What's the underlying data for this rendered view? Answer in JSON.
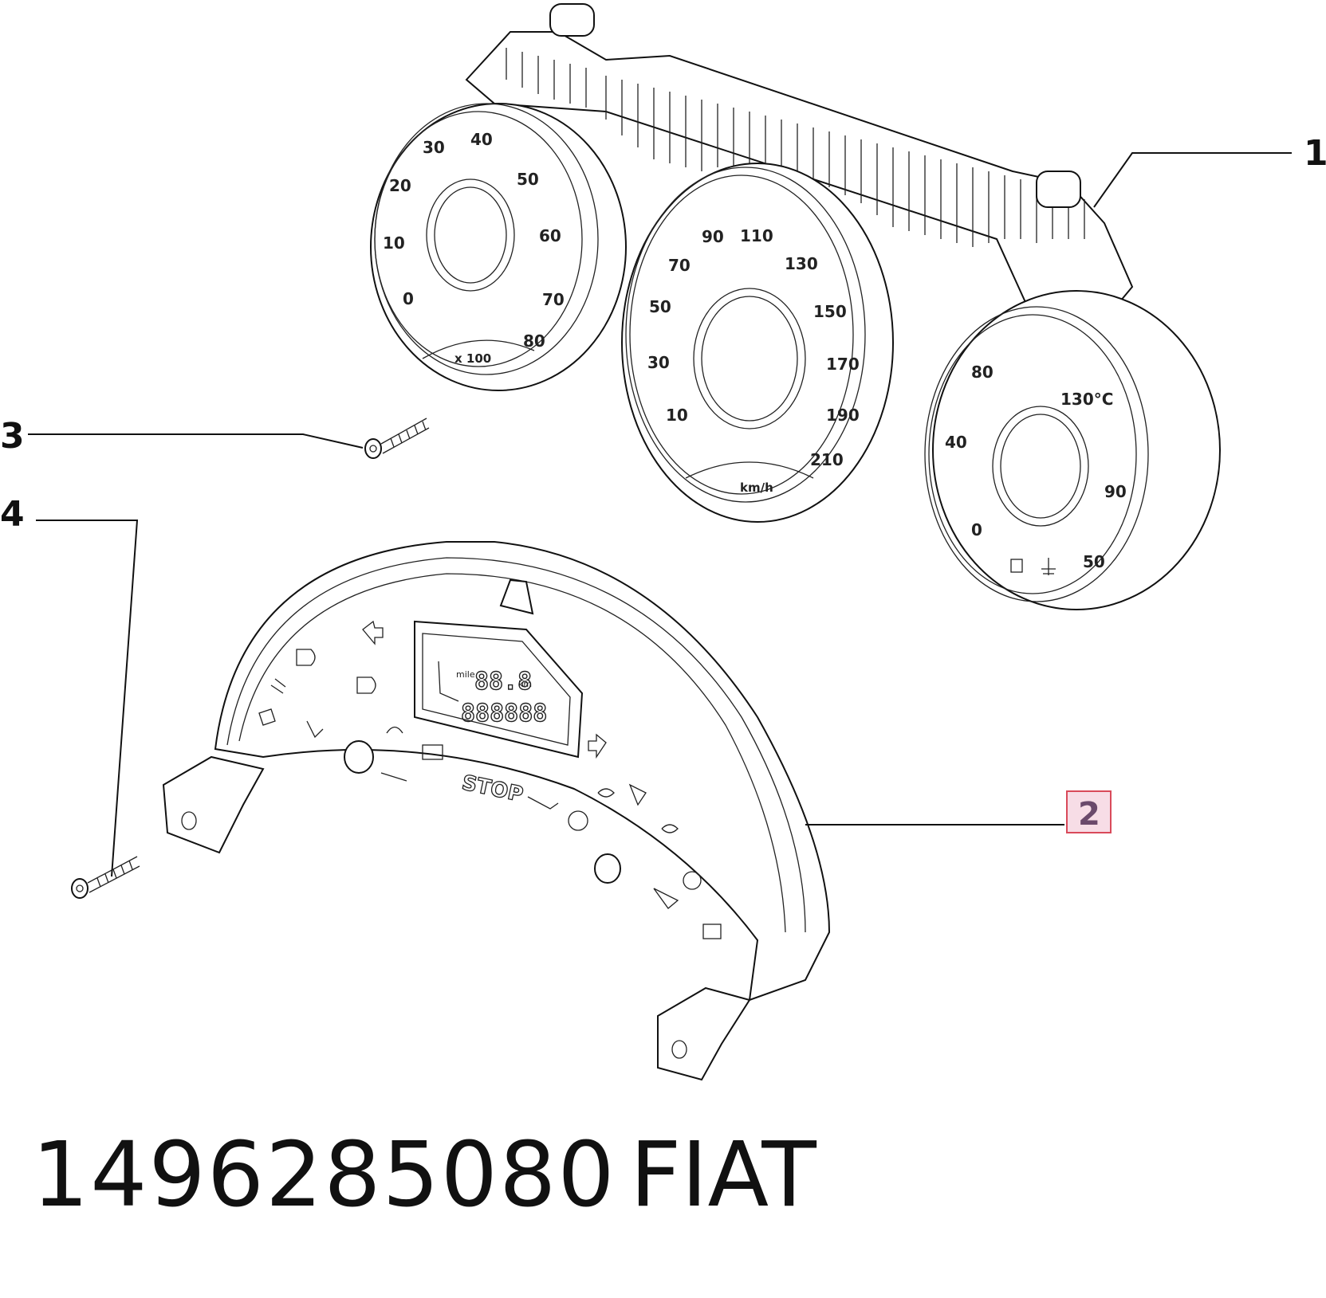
{
  "callouts": {
    "c1": "1",
    "c2": "2",
    "c3": "3",
    "c4": "4"
  },
  "tachometer": {
    "ticks": [
      "0",
      "10",
      "20",
      "30",
      "40",
      "50",
      "60",
      "70",
      "80"
    ],
    "unit": "x 100"
  },
  "speedometer": {
    "ticks": [
      "10",
      "30",
      "50",
      "70",
      "90",
      "110",
      "130",
      "150",
      "170",
      "190",
      "210"
    ],
    "unit": "km/h"
  },
  "temp_fuel_gauge": {
    "temp_ticks": [
      "80",
      "130°C",
      "90"
    ],
    "fuel_ticks": [
      "40",
      "0",
      "50"
    ]
  },
  "warning_panel": {
    "lcd_unit_1": "mile",
    "lcd_unit_2": "km",
    "lcd_digits_top": "88.8",
    "lcd_digits_bottom": "888888",
    "stop_label": "STOP"
  },
  "footer": {
    "part_number": "1496285080",
    "brand": "FIAT"
  },
  "colors": {
    "highlight_box": "#f7dde6",
    "highlight_border": "#d94a5a",
    "line": "#111111"
  }
}
